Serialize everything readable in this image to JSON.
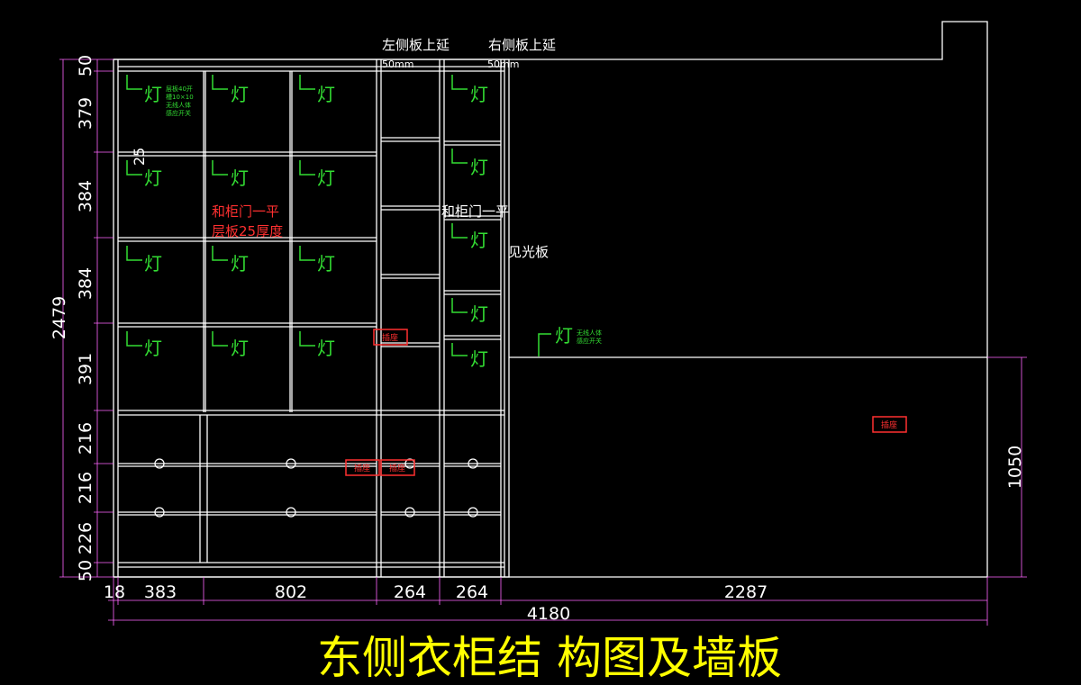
{
  "title": "东侧衣柜结  构图及墙板",
  "top_notes": {
    "left_panel_ext": "左侧板上延",
    "right_panel_ext": "右侧板上延",
    "mm_left": "50mm",
    "mm_right": "50mm"
  },
  "notes": {
    "red_flush": "和柜门一平",
    "red_shelf": "层板25厚度",
    "white_flush": "和柜门一平",
    "light_board": "见光板",
    "shelf_25": "25"
  },
  "lamp_label": "灯",
  "lamp_note_1": [
    "层板40开",
    "槽10×10",
    "无线人体",
    "感应开关"
  ],
  "lamp_note_2": [
    "无线人体",
    "感应开关"
  ],
  "socket_label": "插座",
  "dims_left": [
    "50",
    "379",
    "384",
    "384",
    "391",
    "216",
    "216",
    "226",
    "50"
  ],
  "dim_total_height": "2479",
  "dims_bottom": [
    "18",
    "383",
    "802",
    "264",
    "264",
    "2287"
  ],
  "dim_total_width": "4180",
  "dim_right": "1050",
  "colors": {
    "background": "#000000",
    "lines": "#ffffff",
    "lamp": "#33dd33",
    "annotation": "#ff3030",
    "dimension_line": "#ff66ff",
    "title": "#ffff00"
  }
}
